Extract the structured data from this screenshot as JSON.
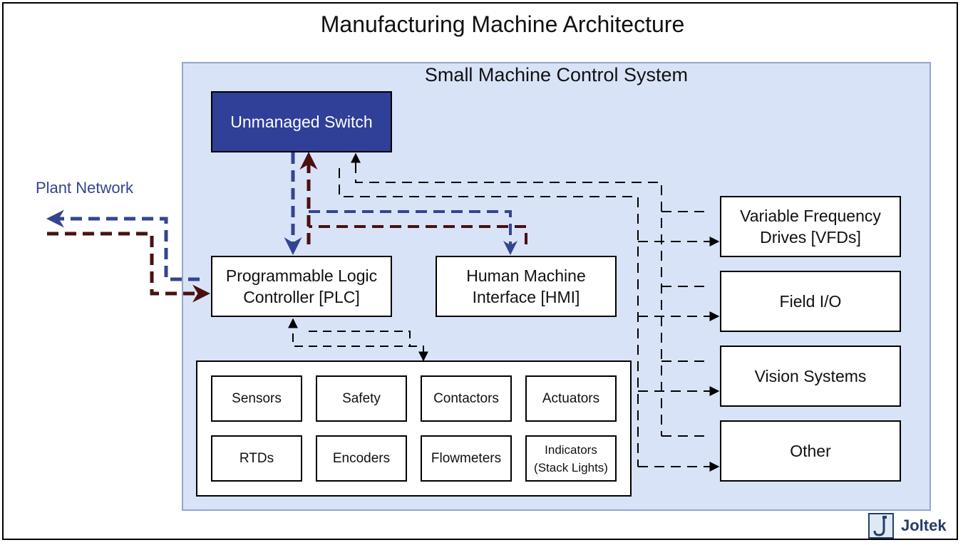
{
  "title": "Manufacturing Machine Architecture",
  "system_title": "Small Machine Control System",
  "plant_network": "Plant Network",
  "boxes": {
    "switch": "Unmanaged Switch",
    "plc": "Programmable Logic\nController [PLC]",
    "hmi": "Human Machine\nInterface [HMI]",
    "vfd": "Variable Frequency\nDrives [VFDs]",
    "field_io": "Field I/O",
    "vision": "Vision Systems",
    "other": "Other"
  },
  "devices": {
    "sensors": "Sensors",
    "safety": "Safety",
    "contactors": "Contactors",
    "actuators": "Actuators",
    "rtds": "RTDs",
    "encoders": "Encoders",
    "flowmeters": "Flowmeters",
    "indicators": "Indicators\n(Stack Lights)"
  },
  "logo": {
    "text": "Joltek",
    "mark": "J"
  },
  "colors": {
    "switch_fill": "#303f98",
    "system_bg": "#d9e3f8",
    "system_border": "#93a6cf",
    "network_blue": "#34458f",
    "network_maroon": "#4a1010"
  }
}
